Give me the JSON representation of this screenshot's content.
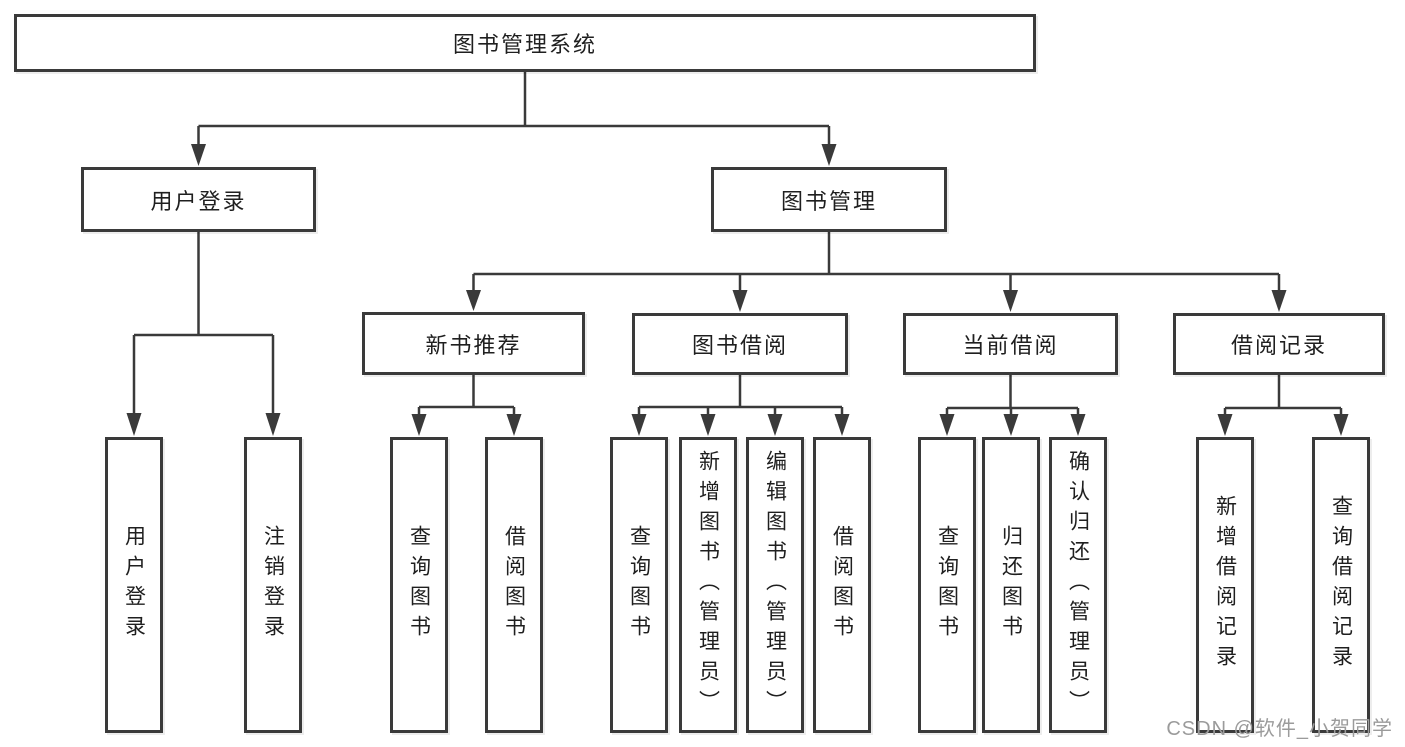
{
  "diagram": {
    "tree": {
      "label": "图书管理系统",
      "children": [
        {
          "label": "用户登录",
          "children": [
            {
              "label": "用户登录"
            },
            {
              "label": "注销登录"
            }
          ]
        },
        {
          "label": "图书管理",
          "children": [
            {
              "label": "新书推荐",
              "children": [
                {
                  "label": "查询图书"
                },
                {
                  "label": "借阅图书"
                }
              ]
            },
            {
              "label": "图书借阅",
              "children": [
                {
                  "label": "查询图书"
                },
                {
                  "label": "新增图书（管理员）"
                },
                {
                  "label": "编辑图书（管理员）"
                },
                {
                  "label": "借阅图书"
                }
              ]
            },
            {
              "label": "当前借阅",
              "children": [
                {
                  "label": "查询图书"
                },
                {
                  "label": "归还图书"
                },
                {
                  "label": "确认归还（管理员）"
                }
              ]
            },
            {
              "label": "借阅记录",
              "children": [
                {
                  "label": "新增借阅记录"
                },
                {
                  "label": "查询借阅记录"
                }
              ]
            }
          ]
        }
      ]
    },
    "colors": {
      "line": "#3a3a3a",
      "text": "#1f1f1f",
      "watermark": "#9b9b9b"
    },
    "watermark": "CSDN @软件_小贺同学"
  }
}
